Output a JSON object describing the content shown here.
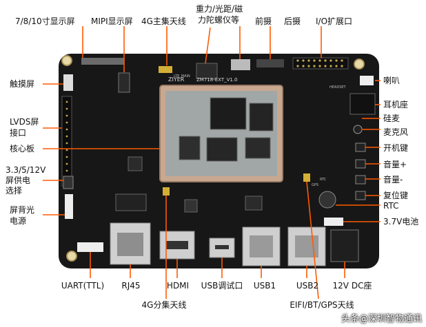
{
  "labels": {
    "display_7_8_10": "7/8/10寸显示屏",
    "mipi_display": "MIPI显示屏",
    "main_4g_antenna": "4G主集天线",
    "gravity_sensor_line1": "重力/光距/磁",
    "gravity_sensor_line2": "力陀螺仪等",
    "front_camera": "前摄",
    "rear_camera": "后摄",
    "io_expansion": "I/O扩展口",
    "speaker": "喇叭",
    "touchscreen": "触摸屏",
    "headphone_jack": "耳机座",
    "silicon_mic": "硅麦",
    "lvds_line1": "LVDS屏",
    "lvds_line2": "接口",
    "microphone": "麦克风",
    "core_board": "核心板",
    "power_key": "开机键",
    "power_select_line1": "3.3/5/12V",
    "power_select_line2": "屏供电",
    "power_select_line3": "选择",
    "volume_up": "音量+",
    "volume_down": "音量-",
    "reset_key": "复位键",
    "backlight_line1": "屏背光",
    "backlight_line2": "电源",
    "rtc": "RTC",
    "battery": "3.7V电池",
    "uart": "UART(TTL)",
    "rj45": "RJ45",
    "hdmi": "HDMI",
    "usb_debug": "USB调试口",
    "usb1": "USB1",
    "usb2": "USB2",
    "dc12v": "12V DC座",
    "diversity_4g_antenna": "4G分集天线",
    "wifi_bt_gps_antenna": "EIFI/BT/GPS天线"
  },
  "board": {
    "silk_brand": "ZIYER",
    "silk_model": "ZM718-EXT_V1.0",
    "silk_lte": "LTE_MAIN",
    "silk_headset": "HEADSET",
    "silk_gps": "GPS",
    "silk_rtc": "RTC"
  },
  "watermark": "头条@深圳智物通讯",
  "colors": {
    "board": "#171717",
    "leader": "#ff5a00",
    "core": "#c9a890",
    "metal": "#c8c8c8"
  }
}
